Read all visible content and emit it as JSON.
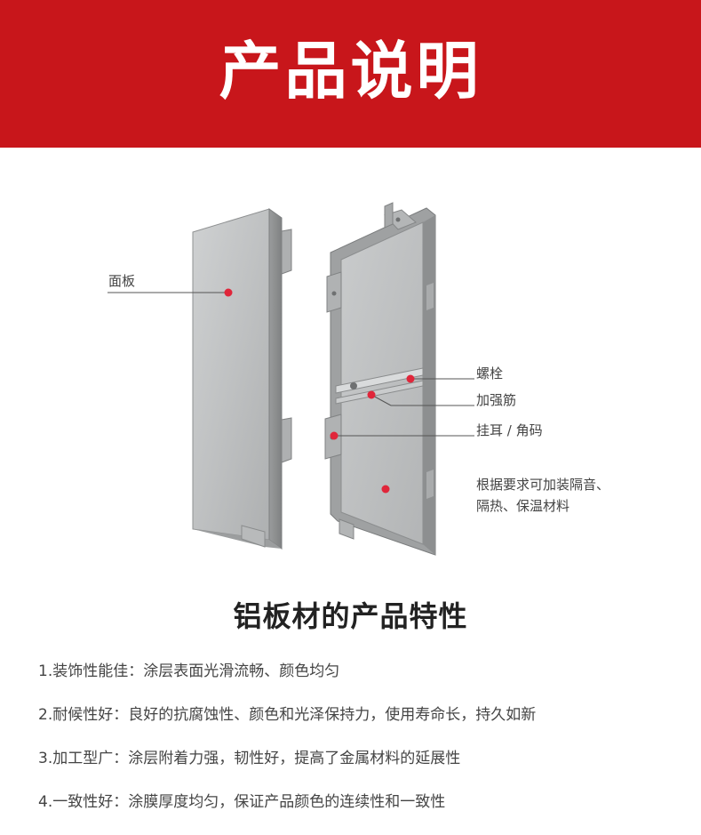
{
  "header": {
    "title": "产品说明"
  },
  "diagram": {
    "labels": {
      "panel": "面板",
      "bolt": "螺栓",
      "stiffener": "加强筋",
      "bracket": "挂耳 / 角码",
      "note_line1": "根据要求可加装隔音、",
      "note_line2": "隔热、保温材料"
    },
    "colors": {
      "marker": "#e0263a",
      "panel": "#c4c6c7",
      "banner": "#c8161b"
    }
  },
  "section": {
    "title": "铝板材的产品特性"
  },
  "features": [
    {
      "text": "1.装饰性能佳：涂层表面光滑流畅、颜色均匀"
    },
    {
      "text": "2.耐候性好：良好的抗腐蚀性、颜色和光泽保持力，使用寿命长，持久如新"
    },
    {
      "text": "3.加工型广：涂层附着力强，韧性好，提高了金属材料的延展性"
    },
    {
      "text": "4.一致性好：涂膜厚度均匀，保证产品颜色的连续性和一致性"
    }
  ]
}
